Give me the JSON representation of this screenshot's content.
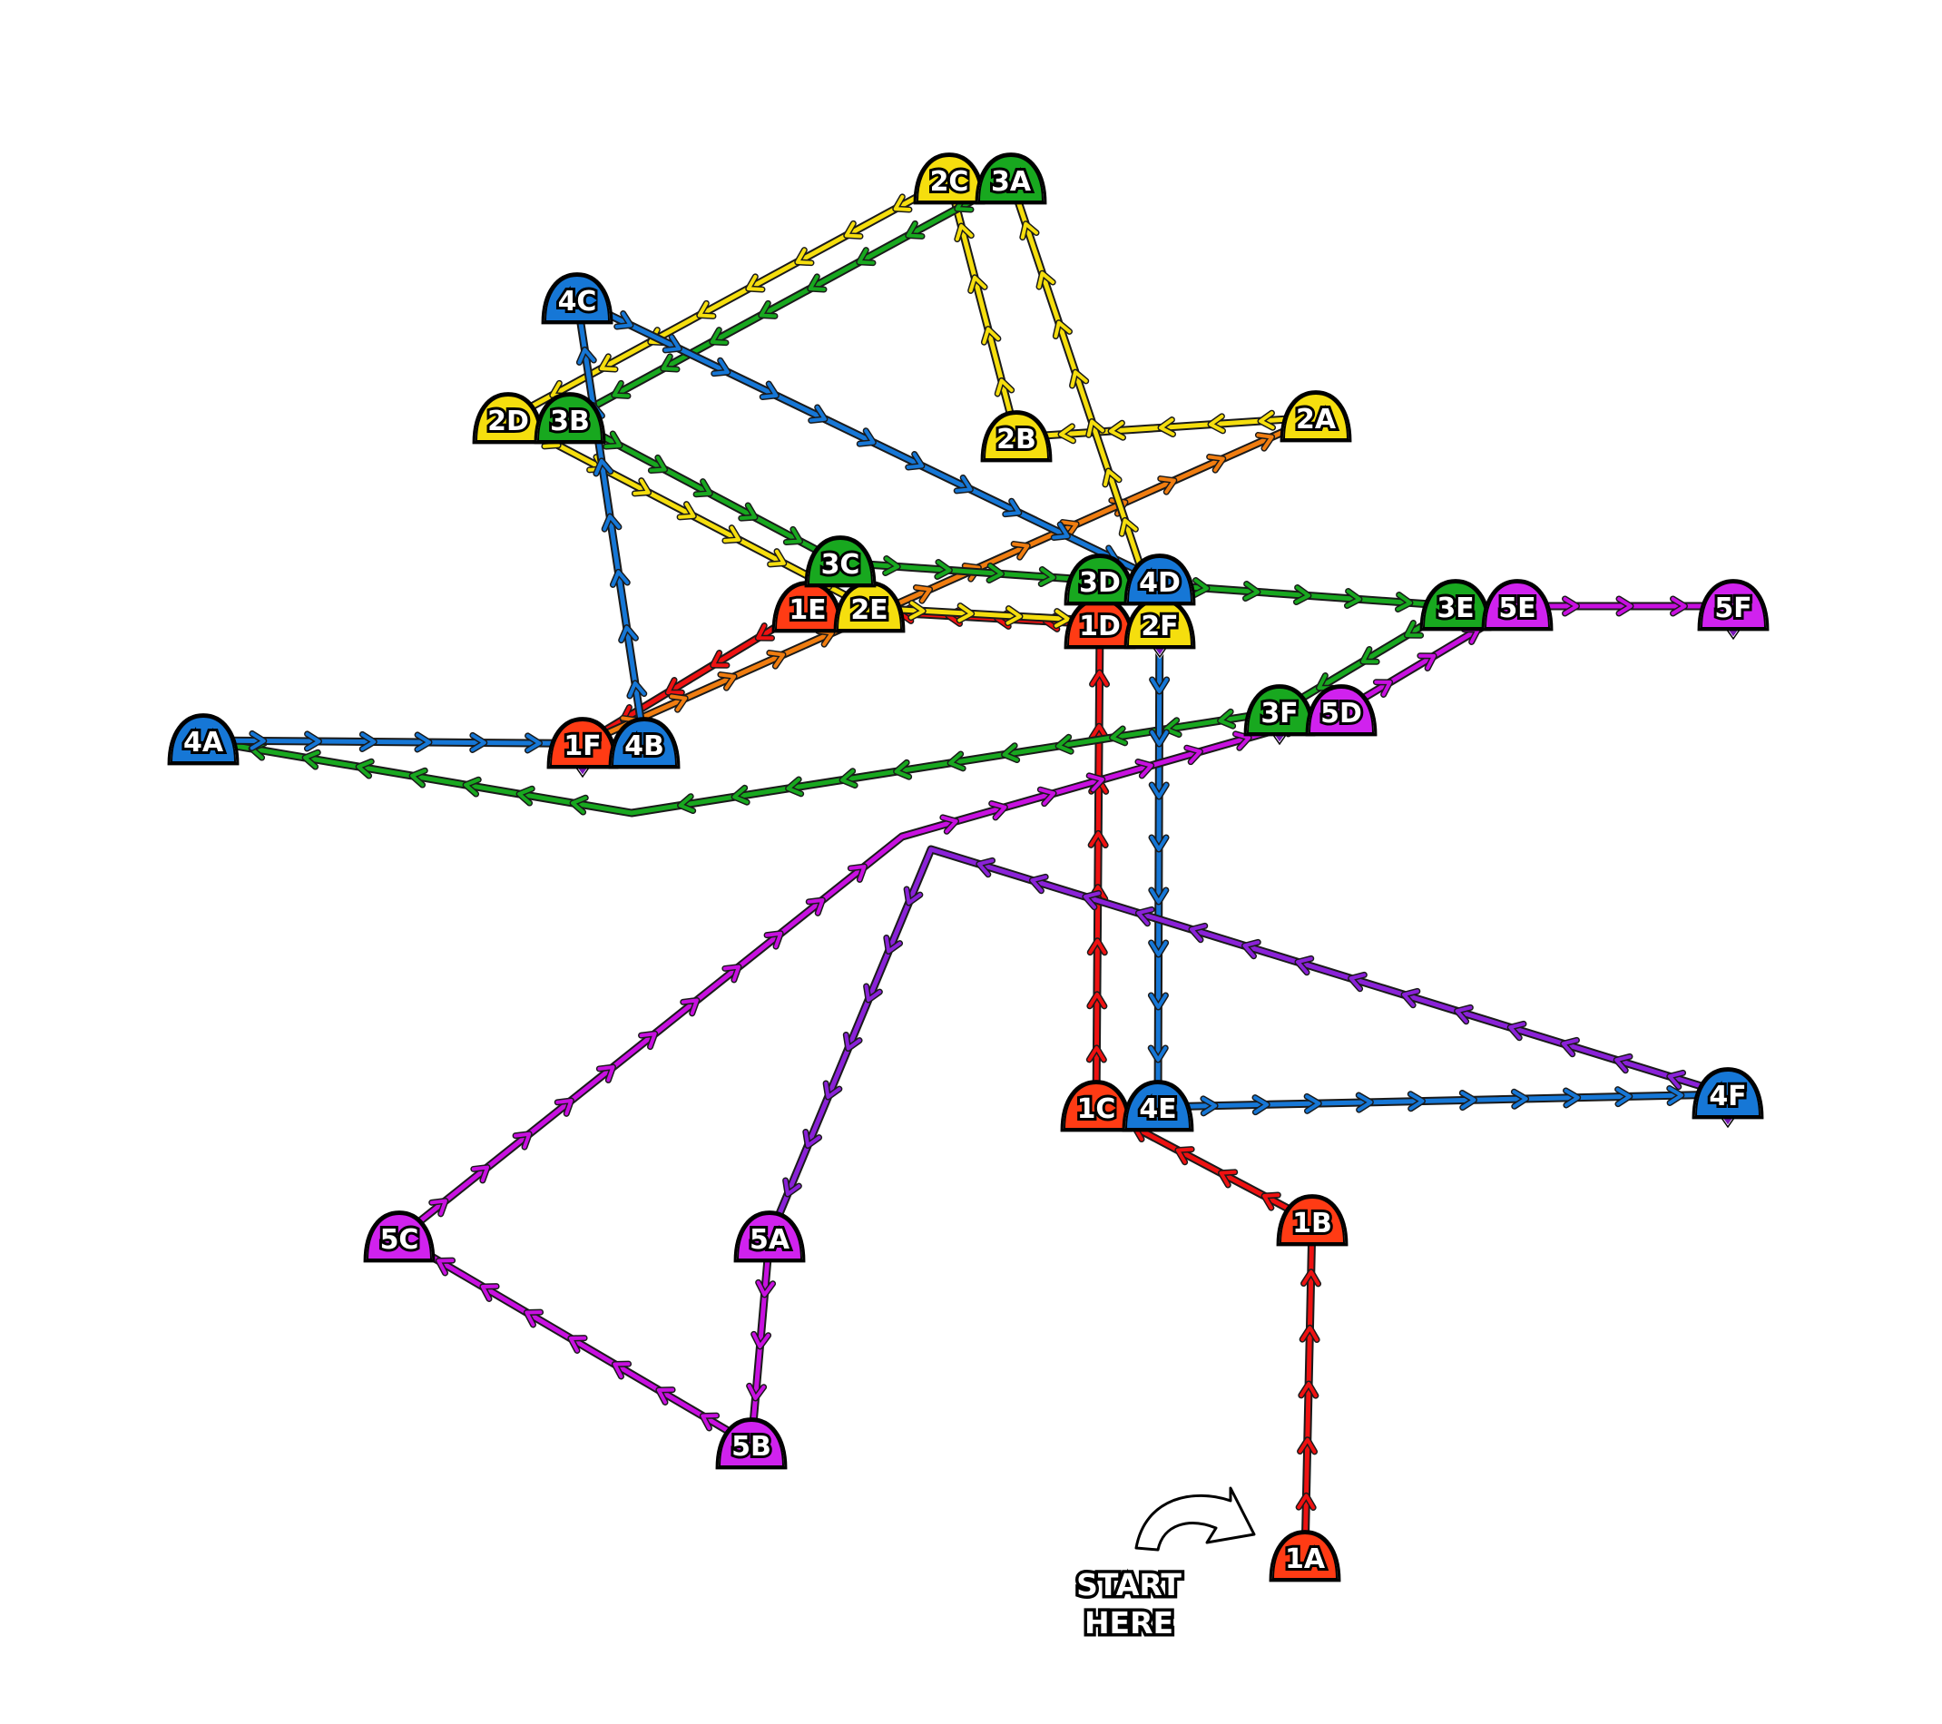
{
  "colors": {
    "red": "#ee1111",
    "yellow": "#f5de0e",
    "green": "#18a81f",
    "blue": "#1677d6",
    "purple": "#c810e0",
    "violet": "#8a22d8",
    "orange": "#f07d10",
    "redmarker": "#ff3b14",
    "purplemarker": "#d022ee"
  },
  "markers": [
    {
      "id": "1A",
      "label": "1A",
      "color": "redmarker"
    },
    {
      "id": "1B",
      "label": "1B",
      "color": "redmarker"
    },
    {
      "id": "1C",
      "label": "1C",
      "color": "redmarker"
    },
    {
      "id": "1D",
      "label": "1D",
      "color": "redmarker"
    },
    {
      "id": "1E",
      "label": "1E",
      "color": "redmarker"
    },
    {
      "id": "1F",
      "label": "1F",
      "color": "redmarker",
      "end": true
    },
    {
      "id": "2A",
      "label": "2A",
      "color": "yellow"
    },
    {
      "id": "2B",
      "label": "2B",
      "color": "yellow"
    },
    {
      "id": "2C",
      "label": "2C",
      "color": "yellow"
    },
    {
      "id": "2D",
      "label": "2D",
      "color": "yellow"
    },
    {
      "id": "2E",
      "label": "2E",
      "color": "yellow"
    },
    {
      "id": "2F",
      "label": "2F",
      "color": "yellow",
      "end": true
    },
    {
      "id": "3A",
      "label": "3A",
      "color": "green"
    },
    {
      "id": "3B",
      "label": "3B",
      "color": "green"
    },
    {
      "id": "3C",
      "label": "3C",
      "color": "green"
    },
    {
      "id": "3D",
      "label": "3D",
      "color": "green"
    },
    {
      "id": "3E",
      "label": "3E",
      "color": "green"
    },
    {
      "id": "3F",
      "label": "3F",
      "color": "green",
      "end": true
    },
    {
      "id": "4A",
      "label": "4A",
      "color": "blue"
    },
    {
      "id": "4B",
      "label": "4B",
      "color": "blue"
    },
    {
      "id": "4C",
      "label": "4C",
      "color": "blue"
    },
    {
      "id": "4D",
      "label": "4D",
      "color": "blue"
    },
    {
      "id": "4E",
      "label": "4E",
      "color": "blue"
    },
    {
      "id": "4F",
      "label": "4F",
      "color": "blue",
      "end": true
    },
    {
      "id": "5A",
      "label": "5A",
      "color": "purplemarker"
    },
    {
      "id": "5B",
      "label": "5B",
      "color": "purplemarker"
    },
    {
      "id": "5C",
      "label": "5C",
      "color": "purplemarker"
    },
    {
      "id": "5D",
      "label": "5D",
      "color": "purplemarker"
    },
    {
      "id": "5E",
      "label": "5E",
      "color": "purplemarker"
    },
    {
      "id": "5F",
      "label": "5F",
      "color": "purplemarker",
      "end": true
    }
  ],
  "routes": [
    {
      "from": "1A",
      "to": "1B",
      "color": "red"
    },
    {
      "from": "1B",
      "to": "1C",
      "color": "red"
    },
    {
      "from": "1C",
      "to": "1D",
      "color": "red"
    },
    {
      "from": "1D",
      "to": "1E",
      "color": "red"
    },
    {
      "from": "1E",
      "to": "1F",
      "color": "red"
    },
    {
      "from": "1F",
      "to": "2A",
      "color": "orange"
    },
    {
      "from": "2A",
      "to": "2B",
      "color": "yellow"
    },
    {
      "from": "2B",
      "to": "2C",
      "color": "yellow"
    },
    {
      "from": "2C",
      "to": "2D",
      "color": "yellow"
    },
    {
      "from": "2D",
      "to": "2E",
      "color": "yellow"
    },
    {
      "from": "2E",
      "to": "2F",
      "color": "yellow"
    },
    {
      "from": "2F",
      "to": "3A",
      "color": "yellow"
    },
    {
      "from": "3A",
      "to": "3B",
      "color": "green"
    },
    {
      "from": "3B",
      "to": "3C",
      "color": "green"
    },
    {
      "from": "3C",
      "to": "3D",
      "color": "green"
    },
    {
      "from": "3D",
      "to": "3E",
      "color": "green"
    },
    {
      "from": "3E",
      "to": "3F",
      "color": "green"
    },
    {
      "from": "3F",
      "to": "4A",
      "color": "green"
    },
    {
      "from": "4A",
      "to": "4B",
      "color": "blue"
    },
    {
      "from": "4B",
      "to": "4C",
      "color": "blue"
    },
    {
      "from": "4C",
      "to": "4D",
      "color": "blue"
    },
    {
      "from": "4D",
      "to": "4E",
      "color": "blue"
    },
    {
      "from": "4E",
      "to": "4F",
      "color": "blue"
    },
    {
      "from": "4F",
      "to": "5A",
      "color": "violet"
    },
    {
      "from": "5A",
      "to": "5B",
      "color": "purple"
    },
    {
      "from": "5B",
      "to": "5C",
      "color": "purple"
    },
    {
      "from": "5C",
      "to": "5D",
      "color": "purple"
    },
    {
      "from": "5D",
      "to": "5E",
      "color": "purple"
    },
    {
      "from": "5E",
      "to": "5F",
      "color": "purple"
    }
  ],
  "start": {
    "line1": "START",
    "line2": "HERE"
  }
}
